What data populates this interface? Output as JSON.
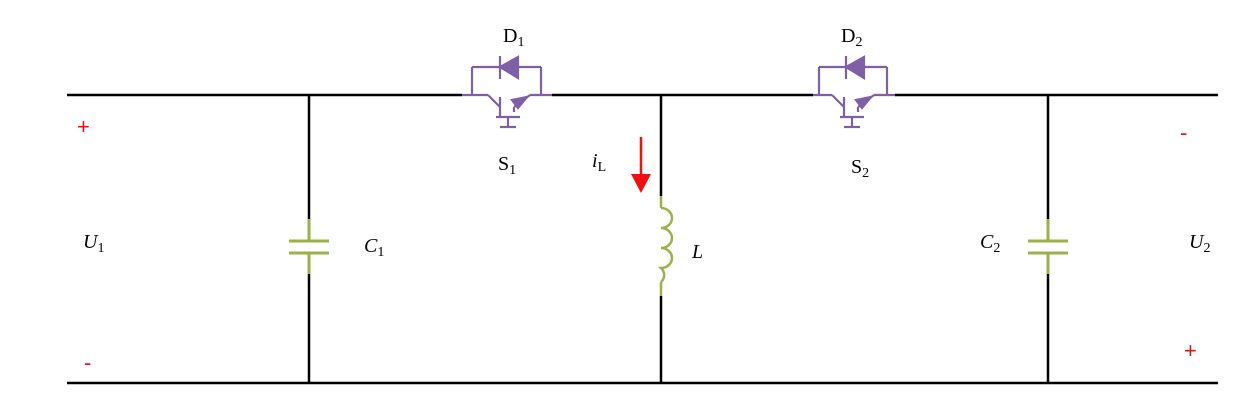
{
  "circuit": {
    "colors": {
      "wire": "#000000",
      "switch": "#7f5fa8",
      "passive": "#9bb14a",
      "arrow": "#ee1111",
      "polarity": "#ee1111"
    },
    "labels": {
      "u1": {
        "main": "U",
        "sub": "1"
      },
      "u2": {
        "main": "U",
        "sub": "2"
      },
      "c1": {
        "main": "C",
        "sub": "1"
      },
      "c2": {
        "main": "C",
        "sub": "2"
      },
      "d1": {
        "main": "D",
        "sub": "1"
      },
      "d2": {
        "main": "D",
        "sub": "2"
      },
      "s1": {
        "main": "S",
        "sub": "1"
      },
      "s2": {
        "main": "S",
        "sub": "2"
      },
      "l": {
        "main": "L"
      },
      "il": {
        "main": "i",
        "sub": "L"
      }
    },
    "polarity": {
      "left_top": "+",
      "left_bottom": "-",
      "right_top": "-",
      "right_bottom": "+"
    }
  }
}
